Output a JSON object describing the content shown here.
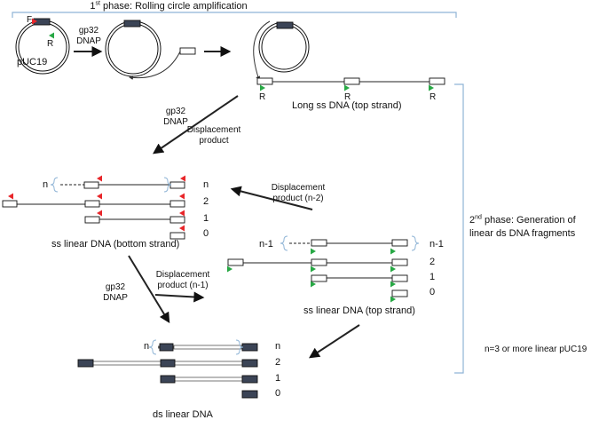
{
  "phase1": {
    "ordinal": "1",
    "suffix": "st",
    "title": " phase: Rolling circle amplification"
  },
  "phase2": {
    "ordinal": "2",
    "suffix": "nd",
    "line1": " phase:  Generation of",
    "line2": "linear ds DNA fragments"
  },
  "plasmid": {
    "name": "pUC19",
    "primer_f": "F",
    "primer_r": "R"
  },
  "enzyme": {
    "line1": "gp32",
    "line2": "DNAP"
  },
  "primer_r": "R",
  "long_ss": "Long ss DNA (top strand)",
  "displacement": {
    "line1": "Displacement",
    "line2": "product"
  },
  "displacement_n2": {
    "line1": "Displacement",
    "line2": "product (n-2)"
  },
  "displacement_n1": {
    "line1": "Displacement",
    "line2": "product (n-1)"
  },
  "ss_bottom": "ss linear DNA (bottom strand)",
  "ss_top": "ss linear DNA (top strand)",
  "ds_linear": "ds linear DNA",
  "note": "n=3 or more linear pUC19",
  "index_labels": {
    "n": "n",
    "two": "2",
    "one": "1",
    "zero": "0",
    "n_minus_1": "n-1"
  },
  "colors": {
    "primer_fwd": "#e8262a",
    "primer_rev": "#27a844",
    "bracket": "#8fb4d6",
    "box_dark": "#3b4456",
    "strand": "#222222"
  }
}
